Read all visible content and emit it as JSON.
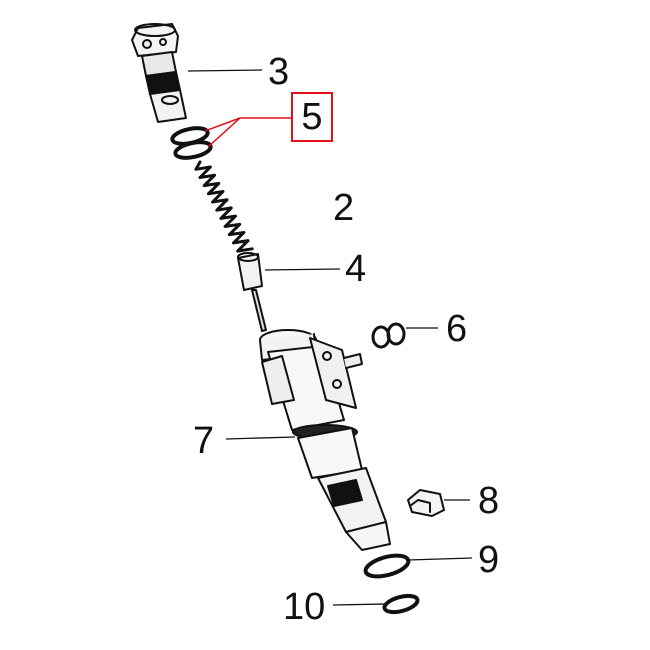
{
  "diagram": {
    "highlight_color": "#e0101a",
    "line_color": "#111111",
    "labels": [
      {
        "id": "label-3",
        "text": "3"
      },
      {
        "id": "label-5",
        "text": "5"
      },
      {
        "id": "label-2",
        "text": "2"
      },
      {
        "id": "label-4",
        "text": "4"
      },
      {
        "id": "label-6",
        "text": "6"
      },
      {
        "id": "label-7",
        "text": "7"
      },
      {
        "id": "label-8",
        "text": "8"
      },
      {
        "id": "label-9",
        "text": "9"
      },
      {
        "id": "label-10",
        "text": "10"
      }
    ]
  }
}
